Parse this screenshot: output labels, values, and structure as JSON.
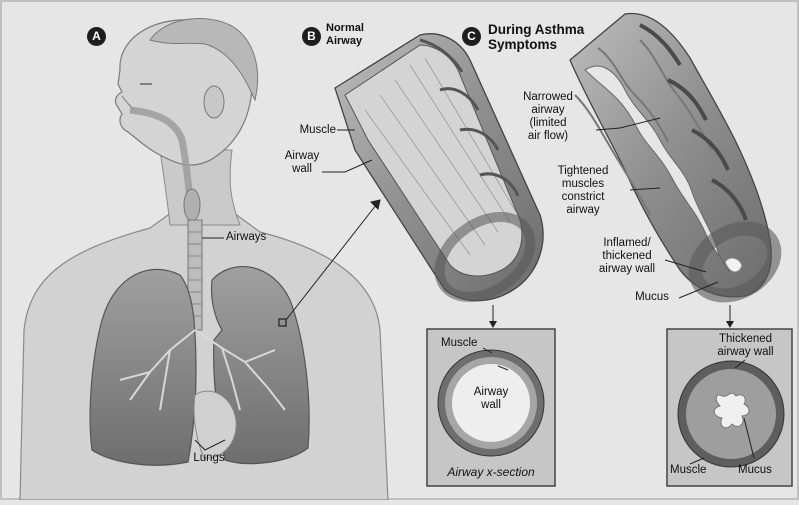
{
  "panels": {
    "a": {
      "badge": "A"
    },
    "b": {
      "badge": "B",
      "title": "Normal\nAirway"
    },
    "c": {
      "badge": "C",
      "title": "During Asthma\nSymptoms"
    }
  },
  "labels": {
    "airways": "Airways",
    "lungs": "Lungs",
    "muscle_b": "Muscle",
    "airway_wall_b": "Airway\nwall",
    "narrowed": "Narrowed\nairway\n(limited\nair flow)",
    "tightened": "Tightened\nmuscles\nconstrict\nairway",
    "inflamed": "Inflamed/\nthickened\nairway wall",
    "mucus_c": "Mucus",
    "xs_normal_muscle": "Muscle",
    "xs_normal_wall": "Airway\nwall",
    "xs_normal_caption": "Airway x-section",
    "xs_asthma_wall": "Thickened\nairway wall",
    "xs_asthma_muscle": "Muscle",
    "xs_asthma_mucus": "Mucus"
  },
  "colors": {
    "background": "#e6e6e6",
    "skin": "#d0d0d0",
    "lung": "#8a8a8a",
    "tissue": "#b4b4b4",
    "dark": "#4a4a4a",
    "box": "#c8c8c8"
  }
}
